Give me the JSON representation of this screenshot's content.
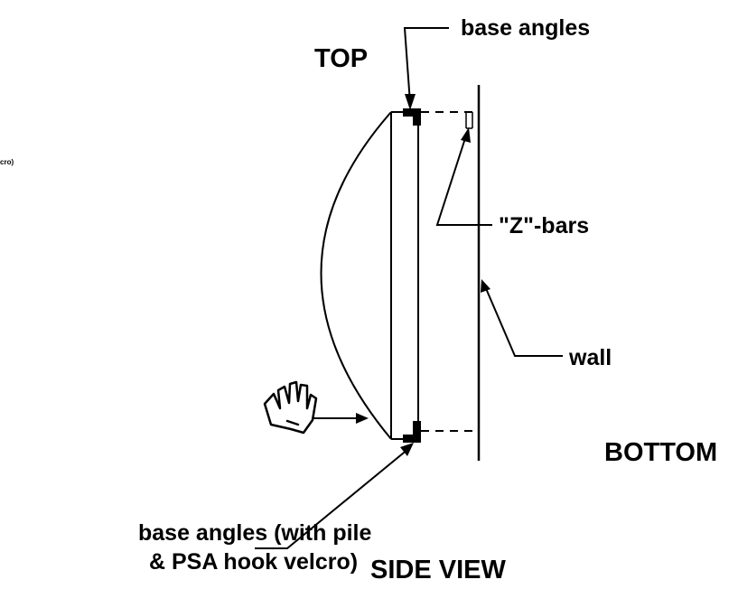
{
  "diagram": {
    "labels": {
      "top": "TOP",
      "bottom": "BOTTOM",
      "base_angles_top": "base angles",
      "z_bars": "\"Z\"-bars",
      "wall": "wall",
      "base_angles_bottom_line1": "base angles (with pile",
      "base_angles_bottom_line2": "& PSA hook velcro)",
      "side_view": "SIDE VIEW",
      "clipped_fragment": "cro)"
    },
    "colors": {
      "ink": "#000000",
      "background": "#ffffff"
    },
    "icons": {
      "hand": "hand-push-icon"
    }
  }
}
